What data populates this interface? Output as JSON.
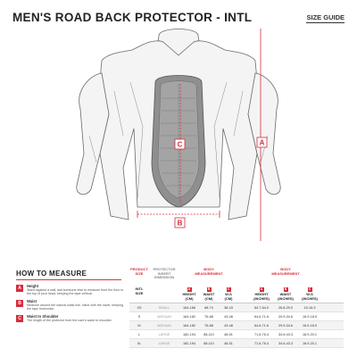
{
  "header": {
    "title": "MEN'S ROAD BACK PROTECTOR - INTL",
    "size_guide_label": "SIZE GUIDE"
  },
  "figure": {
    "label_a": "A",
    "label_b": "B",
    "label_c": "C",
    "accent_color": "#d62d3a"
  },
  "how_to_measure": {
    "title": "HOW TO MEASURE",
    "items": [
      {
        "badge": "A",
        "name": "Height",
        "desc": "Stand against a wall, ask someone else to measure from the floor to the top of your head, keeping the tape vertical."
      },
      {
        "badge": "B",
        "name": "Waist",
        "desc": "Measure around the natural waist line, inline with the navel, keeping the tape horizontal."
      },
      {
        "badge": "C",
        "name": "Waist to Shoulder",
        "desc": "The length of the protector from the user's waist to shoulder."
      }
    ]
  },
  "table": {
    "group_headers": {
      "product_size": [
        "PRODUCT",
        "SIZE"
      ],
      "protector": [
        "PROTECTOR",
        "INSERT",
        "DIMENSION"
      ],
      "body_metric": [
        "BODY",
        "MEASUREMENT"
      ],
      "body_imperial": [
        "BODY",
        "MEASUREMENT"
      ]
    },
    "sub_headers": {
      "intl": [
        "INTL",
        "SIZE"
      ],
      "height_cm": {
        "badge": "A",
        "lines": [
          "HEIGHT",
          "(CM)"
        ]
      },
      "waist_cm": {
        "badge": "B",
        "lines": [
          "WAIST",
          "(CM)"
        ]
      },
      "ws_cm": {
        "badge": "C",
        "lines": [
          "W-S",
          "(CM)"
        ]
      },
      "height_in": {
        "badge": "A",
        "lines": [
          "HEIGHT",
          "(INCHES)"
        ]
      },
      "waist_in": {
        "badge": "B",
        "lines": [
          "WAIST",
          "(INCHES)"
        ]
      },
      "ws_in": {
        "badge": "C",
        "lines": [
          "W-S",
          "(INCHES)"
        ]
      }
    },
    "rows": [
      {
        "intl": "XS",
        "insert": "SMALL",
        "h_cm": "164-166",
        "w_cm": "68-74",
        "ws_cm": "38-43",
        "h_in": "64.7-64.0",
        "w_in": "26.8-29.0",
        "ws_in": "15-16.9"
      },
      {
        "intl": "S",
        "insert": "MEDIUM",
        "h_cm": "164-182",
        "w_cm": "76-88",
        "ws_cm": "43-48",
        "h_in": "64.6-71.6",
        "w_in": "29.9-34.6",
        "ws_in": "16.9-18.9"
      },
      {
        "intl": "M",
        "insert": "MEDIUM",
        "h_cm": "164-182",
        "w_cm": "76-88",
        "ws_cm": "43-48",
        "h_in": "64.6-71.6",
        "w_in": "29.9-34.6",
        "ws_in": "16.9-18.9"
      },
      {
        "intl": "L",
        "insert": "LARGE",
        "h_cm": "182-194",
        "w_cm": "88-110",
        "ws_cm": "48-51",
        "h_in": "71.6-76.4",
        "w_in": "34.6-43.3",
        "ws_in": "18.9-20.1"
      },
      {
        "intl": "XL",
        "insert": "LARGE",
        "h_cm": "182-194",
        "w_cm": "88-110",
        "ws_cm": "48-51",
        "h_in": "71.6-76.4",
        "w_in": "34.6-43.3",
        "ws_in": "18.9-20.1"
      }
    ]
  }
}
